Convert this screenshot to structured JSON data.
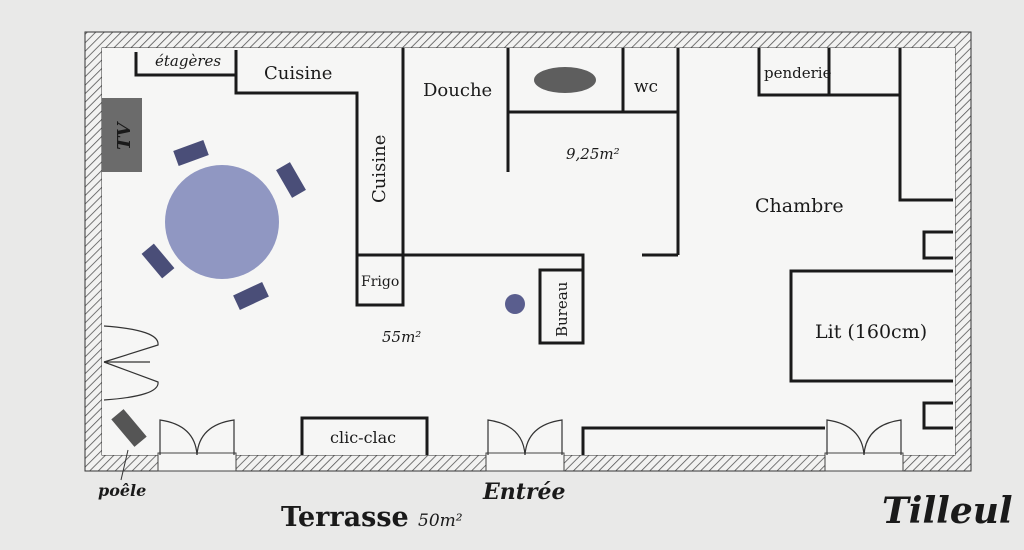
{
  "labels": {
    "etageres": "étagères",
    "cuisine_top": "Cuisine",
    "cuisine_side": "Cuisine",
    "douche": "Douche",
    "wc": "wc",
    "penderie": "penderie",
    "area_bath": "9,25m²",
    "chambre": "Chambre",
    "tv": "TV",
    "frigo": "Frigo",
    "bureau": "Bureau",
    "area_main": "55m²",
    "lit": "Lit (160cm)",
    "clic_clac": "clic-clac",
    "poele": "poêle",
    "entree": "Entrée",
    "terrasse": "Terrasse",
    "terrasse_area": "50m²",
    "signature": "Tilleul"
  },
  "colors": {
    "wall": "#1a1a1a",
    "furniture": "#4a4e78",
    "table": "#9097c2",
    "tv": "#6b6b6b",
    "entree": "#4f5688",
    "terrasse": "#6f6f6f"
  }
}
